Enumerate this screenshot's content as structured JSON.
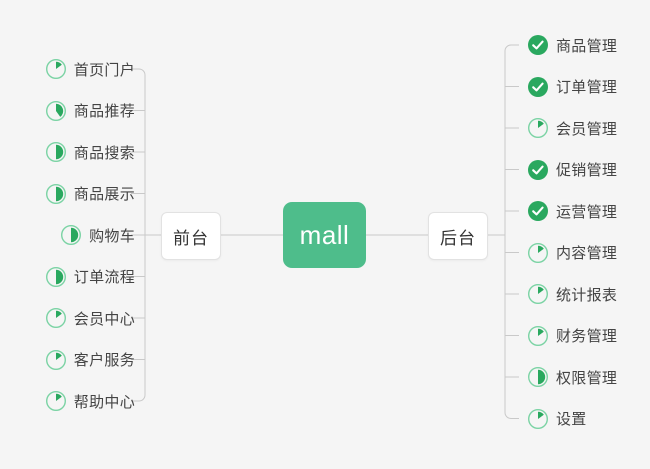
{
  "theme": {
    "background": "#f5f5f5",
    "accent_green": "#4ebd8b",
    "icon_green": "#2aa85f",
    "icon_ring": "#7bd3a4",
    "line_color": "#c9c9c9",
    "node_text": "#333333",
    "leaf_text": "#444444"
  },
  "root": {
    "label": "mall"
  },
  "branches": [
    {
      "id": "front",
      "side": "left",
      "label": "前台",
      "items": [
        {
          "label": "首页门户",
          "icon": "pie-progress-icon",
          "progress": 15
        },
        {
          "label": "商品推荐",
          "icon": "pie-progress-icon",
          "progress": 40
        },
        {
          "label": "商品搜索",
          "icon": "pie-progress-icon",
          "progress": 50
        },
        {
          "label": "商品展示",
          "icon": "pie-progress-icon",
          "progress": 50
        },
        {
          "label": "购物车",
          "icon": "pie-progress-icon",
          "progress": 50
        },
        {
          "label": "订单流程",
          "icon": "pie-progress-icon",
          "progress": 50
        },
        {
          "label": "会员中心",
          "icon": "pie-progress-icon",
          "progress": 15
        },
        {
          "label": "客户服务",
          "icon": "pie-progress-icon",
          "progress": 15
        },
        {
          "label": "帮助中心",
          "icon": "pie-progress-icon",
          "progress": 15
        }
      ]
    },
    {
      "id": "back",
      "side": "right",
      "label": "后台",
      "items": [
        {
          "label": "商品管理",
          "icon": "check-circle-icon",
          "progress": 100
        },
        {
          "label": "订单管理",
          "icon": "check-circle-icon",
          "progress": 100
        },
        {
          "label": "会员管理",
          "icon": "pie-progress-icon",
          "progress": 15
        },
        {
          "label": "促销管理",
          "icon": "check-circle-icon",
          "progress": 100
        },
        {
          "label": "运营管理",
          "icon": "check-circle-icon",
          "progress": 100
        },
        {
          "label": "内容管理",
          "icon": "pie-progress-icon",
          "progress": 15
        },
        {
          "label": "统计报表",
          "icon": "pie-progress-icon",
          "progress": 15
        },
        {
          "label": "财务管理",
          "icon": "pie-progress-icon",
          "progress": 15
        },
        {
          "label": "权限管理",
          "icon": "pie-progress-icon",
          "progress": 50
        },
        {
          "label": "设置",
          "icon": "pie-progress-icon",
          "progress": 15
        }
      ]
    }
  ]
}
